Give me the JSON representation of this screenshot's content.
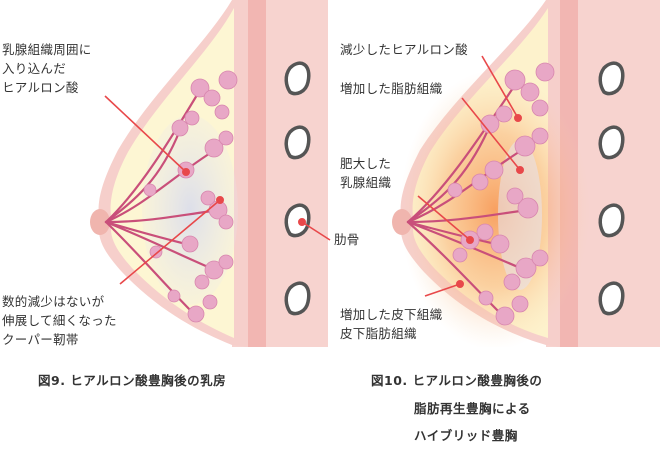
{
  "left_panel": {
    "label_hyaluronic": "乳腺組織周囲に\n入り込んだ\nヒアルロン酸",
    "label_ligament": "数的減少はないが\n伸展して細くなった\nクーパー靭帯",
    "caption": "図9. ヒアルロン酸豊胸後の乳房"
  },
  "center": {
    "label_rib": "肋骨"
  },
  "right_panel": {
    "label_reduced_hyaluronic": "減少したヒアルロン酸",
    "label_increased_fat": "増加した脂肪組織",
    "label_hypertrophied_gland": "肥大した\n乳腺組織",
    "label_subcutaneous": "増加した皮下組織\n皮下脂肪組織",
    "caption_line1": "図10. ヒアルロン酸豊胸後の",
    "caption_line2": "脂肪再生豊胸による",
    "caption_line3": "ハイブリッド豊胸"
  },
  "colors": {
    "chest_wall": "#f7d3cf",
    "chest_stripe": "#ef9f9a",
    "fat": "#fdf6d3",
    "gland": "#e8a7c6",
    "leader_line": "#e8484a",
    "rib": "#555555",
    "glow": "#f6853d"
  }
}
